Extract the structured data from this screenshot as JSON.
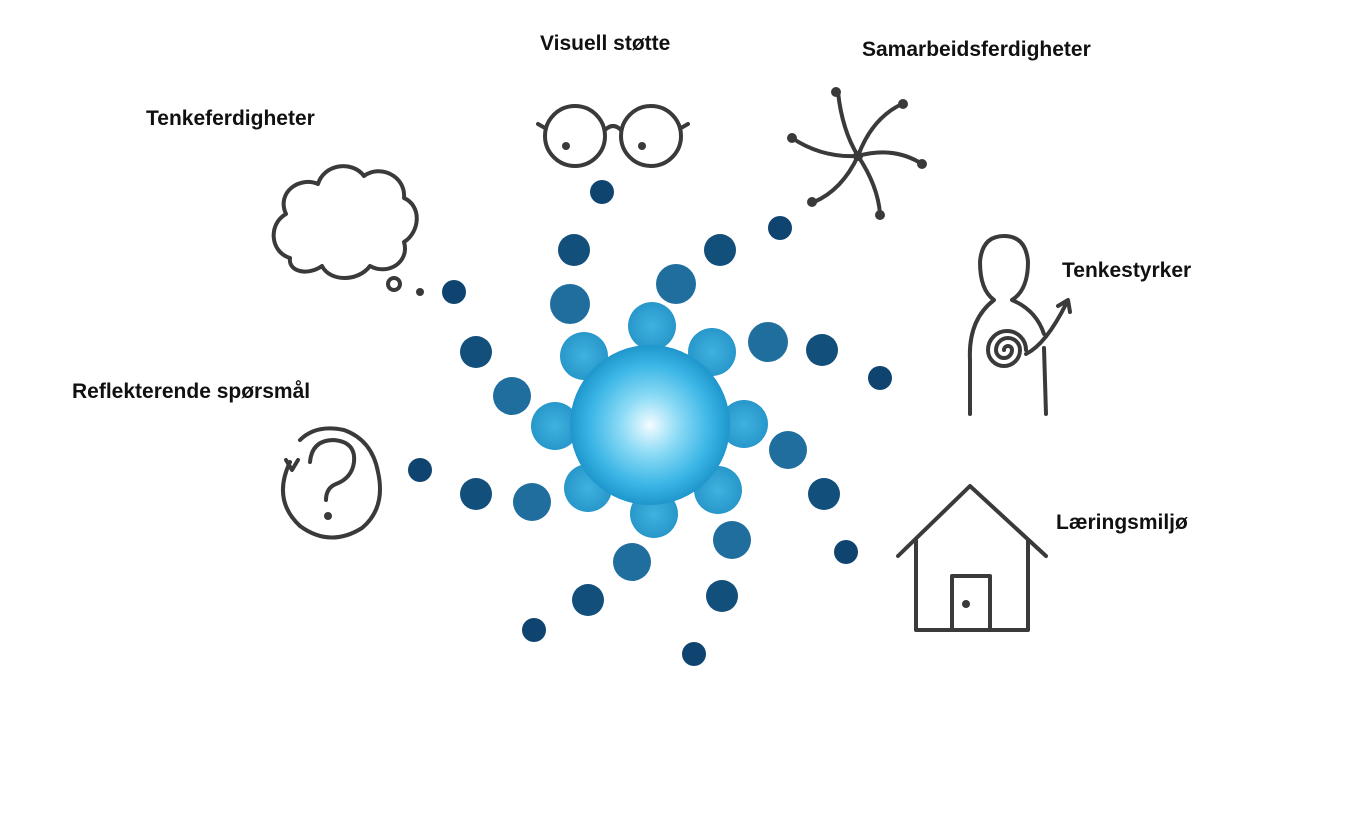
{
  "labels": {
    "visual_support": "Visuell støtte",
    "collaboration_skills": "Samarbeidsferdigheter",
    "thinking_skills": "Tenkeferdigheter",
    "thinking_strengths": "Tenkestyrker",
    "reflective_questions": "Reflekterende spørsmål",
    "learning_environment": "Læringsmiljø"
  },
  "icons": {
    "visual_support": "glasses-icon",
    "collaboration_skills": "network-burst-icon",
    "thinking_skills": "thought-cloud-icon",
    "thinking_strengths": "person-spiral-icon",
    "reflective_questions": "question-mark-icon",
    "learning_environment": "house-icon"
  },
  "colors": {
    "center_light": "#e6f8ff",
    "center_mid": "#4fc8ef",
    "center_dark": "#1a8fc4",
    "dot_inner": "#2f9fcc",
    "dot_mid": "#1d6f9d",
    "dot_outer": "#0f4f7a",
    "icon_stroke": "#3a3a3a",
    "label_text": "#111111"
  }
}
